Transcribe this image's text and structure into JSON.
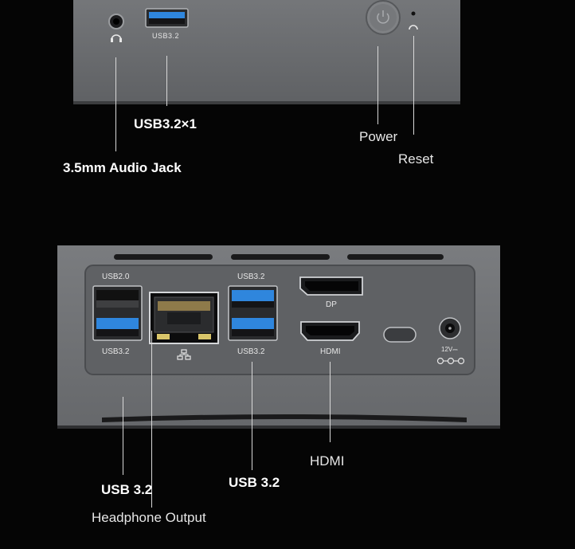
{
  "front_panel": {
    "usb_port_label": "USB3.2",
    "callouts": {
      "usb": "USB3.2×1",
      "audio_jack": "3.5mm Audio Jack",
      "power": "Power",
      "reset": "Reset"
    },
    "icons": [
      "headphone-icon",
      "power-button-icon",
      "reset-hole-icon"
    ]
  },
  "rear_panel": {
    "port_labels": {
      "usb20": "USB2.0",
      "usb32_left_bottom": "USB3.2",
      "usb32_mid_top": "USB3.2",
      "usb32_mid_bottom": "USB3.2",
      "dp": "DP",
      "hdmi": "HDMI",
      "dc_voltage": "12V⎓"
    },
    "callouts": {
      "usb_left": "USB 3.2",
      "headphone": "Headphone Output",
      "usb_mid": "USB 3.2",
      "hdmi": "HDMI"
    },
    "icons": [
      "network-icon",
      "dc-polarity-icon",
      "ethernet-port-icon"
    ]
  },
  "colors": {
    "background": "#050505",
    "chassis": "#6b6d70",
    "usb3_blue": "#2f86dd",
    "callout_text": "#ffffff"
  }
}
